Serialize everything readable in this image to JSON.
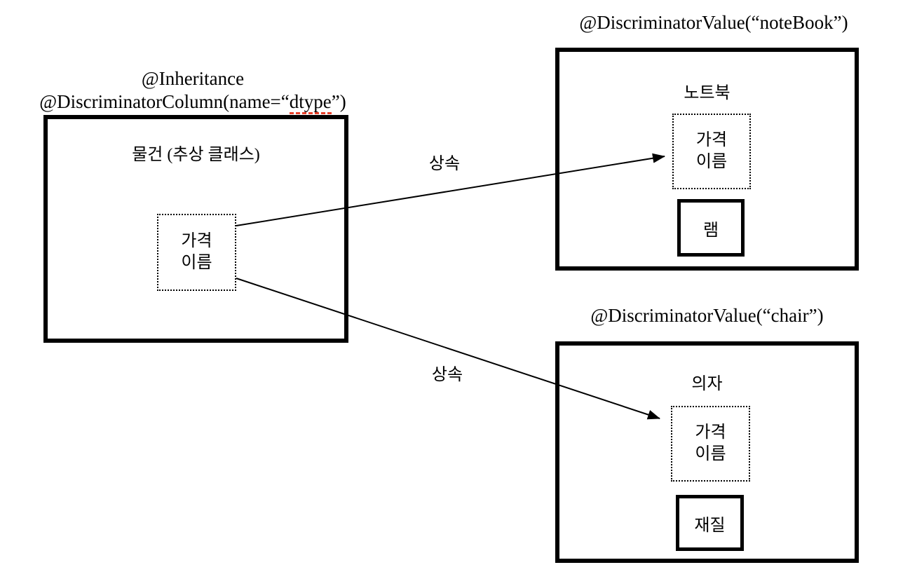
{
  "colors": {
    "line": "#000000",
    "background": "#ffffff",
    "spellcheck_underline": "#e8402a"
  },
  "arrow_label": "상속",
  "parent": {
    "annotation_line1": "@Inheritance",
    "annotation_line2_prefix": "@DiscriminatorColumn(name=“",
    "annotation_line2_underlined": "dtype",
    "annotation_line2_suffix": "”)",
    "title": "물건 (추상 클래스)",
    "fields": [
      "가격",
      "이름"
    ]
  },
  "notebook": {
    "annotation": "@DiscriminatorValue(“noteBook”)",
    "title": "노트북",
    "inherited_fields": [
      "가격",
      "이름"
    ],
    "own_field": "램"
  },
  "chair": {
    "annotation": "@DiscriminatorValue(“chair”)",
    "title": "의자",
    "inherited_fields": [
      "가격",
      "이름"
    ],
    "own_field": "재질"
  }
}
